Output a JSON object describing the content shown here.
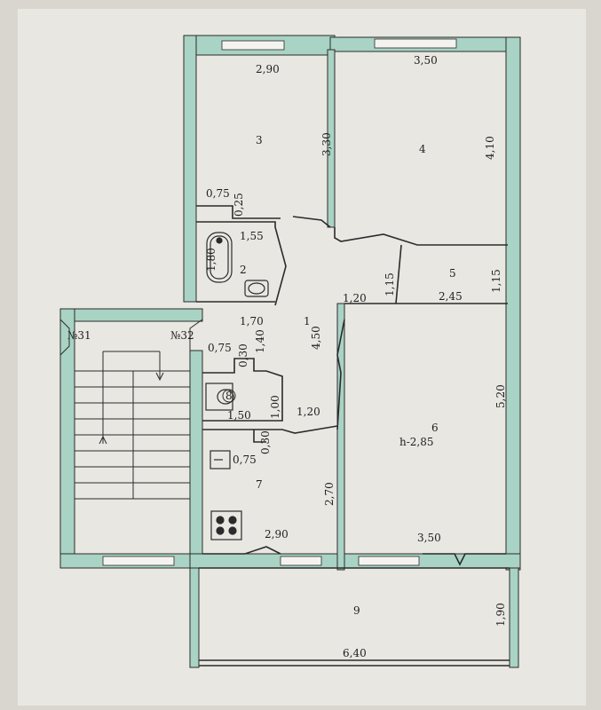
{
  "plan": {
    "dims": {
      "r3_width": "2,90",
      "r3_height": "3,30",
      "r3_niche_w": "0,75",
      "r3_niche_h": "0,25",
      "r4_width": "3,50",
      "r4_height": "4,10",
      "r2_width": "1,55",
      "r2_height": "1,80",
      "r5_height_left": "1,15",
      "r5_width": "2,45",
      "r5_height_right": "1,15",
      "corridor_a": "1,20",
      "hall_width": "1,70",
      "hall_height": "1,40",
      "hall_length": "4,50",
      "niche_w": "0,75",
      "niche_h": "0,30",
      "r8_height": "1,00",
      "r8_width": "1,50",
      "corridor_b": "1,20",
      "r7_niche": "0,30",
      "r7_sink": "0,75",
      "r7_height": "2,70",
      "r7_width": "2,90",
      "r6_height": "5,20",
      "r6_ceiling": "h-2,85",
      "r6_width": "3,50",
      "r9_height": "1,90",
      "r9_width": "6,40"
    },
    "rooms": {
      "r1": "1",
      "r2": "2",
      "r3": "3",
      "r4": "4",
      "r5": "5",
      "r6": "6",
      "r7": "7",
      "r8": "8",
      "r9": "9"
    },
    "apartments": {
      "left": "№31",
      "right": "№32"
    }
  },
  "colors": {
    "page": "#d9d6cf",
    "paper": "#e9e7e2",
    "wall": "#a9d3c4",
    "wall_edge": "#2b2b2b",
    "ink": "#1e1e1e"
  }
}
